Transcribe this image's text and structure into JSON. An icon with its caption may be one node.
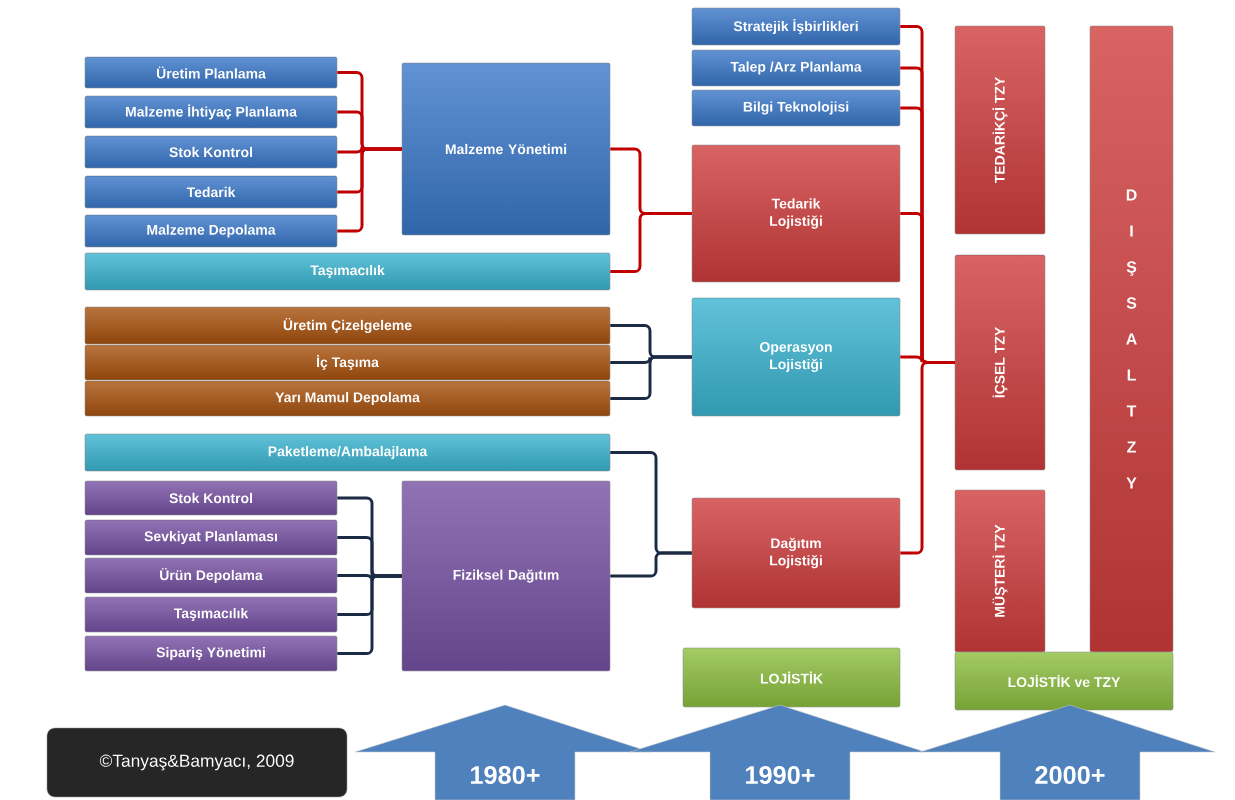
{
  "diagram": {
    "nodes": [
      {
        "text": [
          "Üretim Planlama"
        ]
      },
      {
        "text": [
          "Malzeme İhtiyaç Planlama"
        ]
      },
      {
        "text": [
          "Stok Kontrol"
        ]
      },
      {
        "text": [
          "Tedarik"
        ]
      },
      {
        "text": [
          "Malzeme Depolama"
        ]
      },
      {
        "text": [
          "Malzeme Yönetimi"
        ]
      },
      {
        "text": [
          "Taşımacılık"
        ]
      },
      {
        "text": [
          "Üretim Çizelgeleme"
        ]
      },
      {
        "text": [
          "İç Taşıma"
        ]
      },
      {
        "text": [
          "Yarı Mamul Depolama"
        ]
      },
      {
        "text": [
          "Paketleme/Ambalajlama"
        ]
      },
      {
        "text": [
          "Stok Kontrol"
        ]
      },
      {
        "text": [
          "Sevkiyat Planlaması"
        ]
      },
      {
        "text": [
          "Ürün Depolama"
        ]
      },
      {
        "text": [
          "Taşımacılık"
        ]
      },
      {
        "text": [
          "Sipariş Yönetimi"
        ]
      },
      {
        "text": [
          "Fiziksel Dağıtım"
        ]
      },
      {
        "text": [
          "Stratejik İşbirlikleri"
        ]
      },
      {
        "text": [
          "Talep /Arz Planlama"
        ]
      },
      {
        "text": [
          "Bilgi Teknolojisi"
        ]
      },
      {
        "text": [
          "Tedarik Lojistiği"
        ]
      },
      {
        "text": [
          "Operasyon Lojistiği"
        ]
      },
      {
        "text": [
          "Dağıtım Lojistiği"
        ]
      },
      {
        "text": [
          "LOJİSTİK"
        ]
      },
      {
        "text": [
          "TEDARİKÇİ TZY"
        ]
      },
      {
        "text": [
          "İÇSEL TZY"
        ]
      },
      {
        "text": [
          "MÜŞTERİ TZY"
        ]
      },
      {
        "text": [
          "D I Ş S A L T Z Y"
        ]
      },
      {
        "text": [
          "LOJİSTİK ve TZY"
        ]
      },
      {
        "text": [
          "1980+"
        ]
      },
      {
        "text": [
          "1990+"
        ]
      },
      {
        "text": [
          "2000+"
        ]
      },
      {
        "text": [
          "©Tanyaş&Bamyacı, 2009"
        ]
      }
    ],
    "edges": [
      {
        "from": 0,
        "to": 5,
        "arrow": "none"
      },
      {
        "from": 1,
        "to": 5,
        "arrow": "none"
      },
      {
        "from": 2,
        "to": 5,
        "arrow": "none"
      },
      {
        "from": 3,
        "to": 5,
        "arrow": "none"
      },
      {
        "from": 4,
        "to": 5,
        "arrow": "none"
      },
      {
        "from": 5,
        "to": 20,
        "arrow": "none"
      },
      {
        "from": 6,
        "to": 20,
        "arrow": "none"
      },
      {
        "from": 7,
        "to": 21,
        "arrow": "none",
        "color": "#1c2b45"
      },
      {
        "from": 8,
        "to": 21,
        "arrow": "none",
        "color": "#1c2b45"
      },
      {
        "from": 9,
        "to": 21,
        "arrow": "none",
        "color": "#1c2b45"
      },
      {
        "from": 11,
        "to": 16,
        "arrow": "none",
        "color": "#1c2b45"
      },
      {
        "from": 12,
        "to": 16,
        "arrow": "none",
        "color": "#1c2b45"
      },
      {
        "from": 13,
        "to": 16,
        "arrow": "none",
        "color": "#1c2b45"
      },
      {
        "from": 14,
        "to": 16,
        "arrow": "none",
        "color": "#1c2b45"
      },
      {
        "from": 15,
        "to": 16,
        "arrow": "none",
        "color": "#1c2b45"
      },
      {
        "from": 10,
        "to": 22,
        "arrow": "none",
        "color": "#1c2b45"
      },
      {
        "from": 16,
        "to": 22,
        "arrow": "none",
        "color": "#1c2b45"
      },
      {
        "from": 17,
        "to": 25,
        "arrow": "none"
      },
      {
        "from": 18,
        "to": 25,
        "arrow": "none"
      },
      {
        "from": 19,
        "to": 25,
        "arrow": "none"
      },
      {
        "from": 20,
        "to": 25,
        "arrow": "none"
      },
      {
        "from": 21,
        "to": 25,
        "arrow": "none"
      },
      {
        "from": 22,
        "to": 25,
        "arrow": "none"
      }
    ]
  }
}
